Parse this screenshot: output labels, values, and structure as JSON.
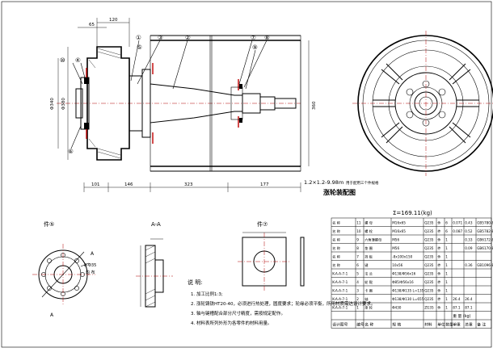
{
  "main_view": {
    "balloons": [
      "①",
      "⑤",
      "③",
      "②",
      "⑦",
      "⑧",
      "⑨",
      "⑩",
      "④",
      "⑥"
    ],
    "dims": {
      "d_top_a": "120",
      "d_top_b": "65",
      "d_left_a": "Φ340",
      "d_left_b": "Φ380",
      "d_bottom_a": "101",
      "d_bottom_b": "146",
      "d_bottom_c": "323",
      "d_bottom_d": "177",
      "d_right_vert": "360"
    },
    "spec_note": "1.2×1.2-9.98m",
    "spec_note_small": "用于配用三个件规格",
    "title": "涨轮装配图"
  },
  "detail_5": {
    "label": "件⑤",
    "note_a": "8-Φ35",
    "note_b": "均 布",
    "arrow_a": "A",
    "arrow_b": "A"
  },
  "section_aa": {
    "label": "A-A"
  },
  "detail_7": {
    "label": "件⑦"
  },
  "notes": {
    "title": "说 明:",
    "items": [
      "1. 加工比例1:3;",
      "2. 涨轮铸铁HT20-40，必须进行热处理，圆度要求；轮缘必须平衡，所用材质需达设计要求。",
      "3. 轴与键槽配合部分尺寸精度，需按规定配作。",
      "4. 材料表所列外形为各零件的材料用量。"
    ]
  },
  "parts_table": {
    "total": "Σ=169.11(kg)",
    "rows": [
      [
        "名 称",
        "11",
        "螺 母",
        "M16x65",
        "Q235",
        "件",
        "6",
        "0.071",
        "0.43",
        "GB5780-86"
      ],
      [
        "名 称",
        "10",
        "螺 栓",
        "M16x65",
        "Q235",
        "件",
        "6",
        "0.087",
        "0.52",
        "GB5782-86"
      ],
      [
        "名 称",
        "9",
        "六角薄螺母",
        "M56",
        "Q235",
        "件",
        "1",
        "",
        "0.33",
        "GB6172-86"
      ],
      [
        "名 称",
        "8",
        "垫 圈",
        "M56",
        "Q235",
        "件",
        "1",
        "",
        "0.09",
        "GB6170-86"
      ],
      [
        "名 称",
        "7",
        "挡 板",
        "-8x100x150",
        "Q235",
        "件",
        "1",
        "",
        "",
        ""
      ],
      [
        "名 称",
        "6",
        "键",
        "10x56",
        "Q235",
        "件",
        "1",
        "",
        "0.36",
        "GB1096-86"
      ],
      [
        "K-A-A-7-1",
        "5",
        "法 兰",
        "Φ138/Φ56x16",
        "Q235",
        "件",
        "1",
        "",
        "",
        ""
      ],
      [
        "K-A-A-7-1",
        "4",
        "轮 毂",
        "Φ85/Φ56x16",
        "Q235",
        "件",
        "1",
        "",
        "",
        ""
      ],
      [
        "K-A-A-7-1",
        "3",
        "卡 圈",
        "Φ138/Φ135 L=135",
        "Q235",
        "件",
        "1",
        "",
        "",
        ""
      ],
      [
        "K-A-A-7-1",
        "2",
        "轴",
        "Φ138/Φ130 L=655",
        "Q235",
        "件",
        "1",
        "26.4",
        "26.4",
        ""
      ],
      [
        "K-A-A-7-1",
        "1",
        "涨 轮",
        "Φ430",
        "ZG35",
        "件",
        "1",
        "87.1",
        "87.1",
        ""
      ]
    ],
    "header": [
      "设计图号",
      "编号",
      "名 称",
      "规 格",
      "材料",
      "单位",
      "数量",
      "单重",
      "总重",
      "备 注"
    ],
    "header_sub": [
      "",
      "",
      "",
      "",
      "",
      "",
      "",
      "重 量 (kg)",
      "",
      ""
    ]
  }
}
